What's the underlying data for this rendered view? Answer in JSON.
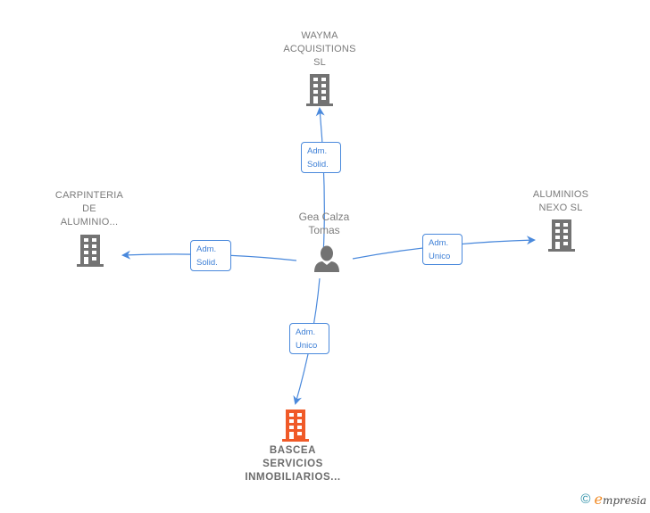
{
  "diagram": {
    "center_person": {
      "name": "Gea Calza\nTomas",
      "icon": "person-icon"
    },
    "companies": [
      {
        "id": "wayma",
        "name": "WAYMA\nACQUISITIONS\nSL",
        "icon": "building-icon",
        "highlight": false
      },
      {
        "id": "carpinteria",
        "name": "CARPINTERIA\nDE\nALUMINIO...",
        "icon": "building-icon",
        "highlight": false
      },
      {
        "id": "aluminios",
        "name": "ALUMINIOS\nNEXO  SL",
        "icon": "building-icon",
        "highlight": false
      },
      {
        "id": "bascea",
        "name": "BASCEA\nSERVICIOS\nINMOBILIARIOS...",
        "icon": "building-icon",
        "highlight": true
      }
    ],
    "edges": [
      {
        "from": "person",
        "to": "wayma",
        "label": "Adm.\nSolid."
      },
      {
        "from": "person",
        "to": "carpinteria",
        "label": "Adm.\nSolid."
      },
      {
        "from": "person",
        "to": "aluminios",
        "label": "Adm.\nUnico"
      },
      {
        "from": "person",
        "to": "bascea",
        "label": "Adm.\nUnico"
      }
    ],
    "colors": {
      "edge": "#4a89dc",
      "building_default": "#737373",
      "building_highlight": "#f05a28",
      "person": "#737373"
    }
  },
  "footer": {
    "copyright_symbol": "©",
    "brand_initial": "e",
    "brand_rest": "mpresia"
  }
}
